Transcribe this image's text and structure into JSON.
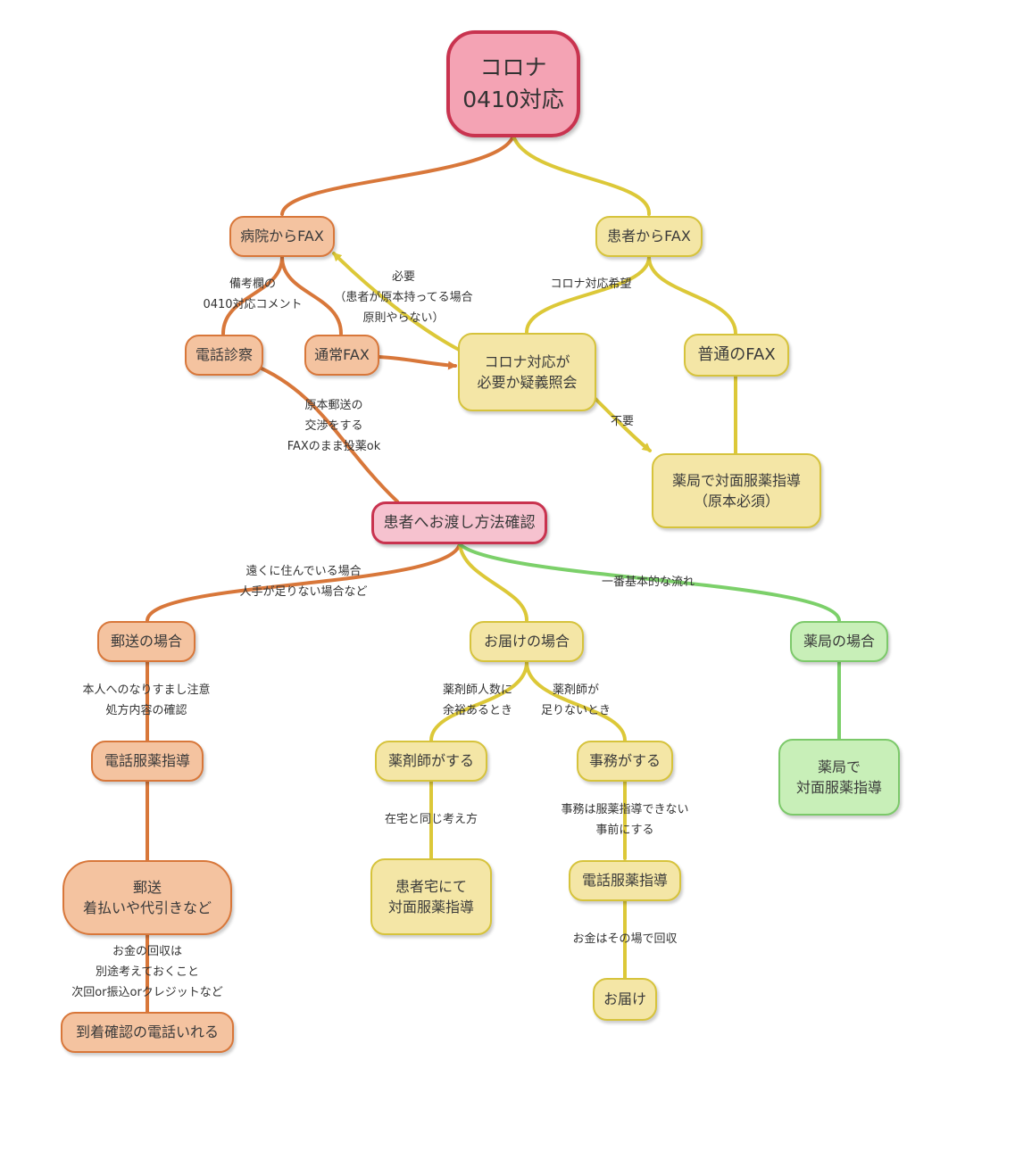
{
  "nodes": {
    "root": [
      "コロナ",
      "0410対応"
    ],
    "hospital_fax": "病院からFAX",
    "patient_fax": "患者からFAX",
    "phone_exam": "電話診察",
    "normal_fax_hospital": "通常FAX",
    "corona_inquiry": [
      "コロナ対応が",
      "必要か疑義照会"
    ],
    "normal_fax_patient": "普通のFAX",
    "pharmacy_counsel_original": [
      "薬局で対面服薬指導",
      "（原本必須）"
    ],
    "delivery_method": "患者へお渡し方法確認",
    "mail_case": "郵送の場合",
    "delivery_case": "お届けの場合",
    "pharmacy_case": "薬局の場合",
    "phone_counsel_mail": "電話服薬指導",
    "mail_payment": [
      "郵送",
      "着払いや代引きなど"
    ],
    "arrival_call": "到着確認の電話いれる",
    "pharmacist_does": "薬剤師がする",
    "clerk_does": "事務がする",
    "home_counsel": [
      "患者宅にて",
      "対面服薬指導"
    ],
    "phone_counsel_delivery": "電話服薬指導",
    "deliver": "お届け",
    "pharmacy_face_counsel": [
      "薬局で",
      "対面服薬指導"
    ]
  },
  "labels": {
    "remarks_comment": [
      "備考欄の",
      "0410対応コメント"
    ],
    "required": [
      "必要",
      "（患者が原本持ってる場合",
      "原則やらない）"
    ],
    "corona_wish": [
      "コロナ対応希望"
    ],
    "original_mail": [
      "原本郵送の",
      "交渉をする",
      "FAXのまま投薬ok"
    ],
    "not_needed": [
      "不要"
    ],
    "far_away": [
      "遠くに住んでいる場合",
      "人手が足りない場合など"
    ],
    "basic_flow": [
      "一番基本的な流れ"
    ],
    "impersonation": [
      "本人へのなりすまし注意",
      "処方内容の確認"
    ],
    "pharmacists_enough": [
      "薬剤師人数に",
      "余裕あるとき"
    ],
    "pharmacists_short": [
      "薬剤師が",
      "足りないとき"
    ],
    "same_as_home": [
      "在宅と同じ考え方"
    ],
    "clerk_cannot": [
      "事務は服薬指導できない",
      "事前にする"
    ],
    "money_recovery": [
      "お金の回収は",
      "別途考えておくこと",
      "次回or振込orクレジットなど"
    ],
    "money_onsite": [
      "お金はその場で回収"
    ]
  },
  "colors": {
    "orange": "#d8773a",
    "yellow": "#dcc838",
    "green": "#7cd06a",
    "red": "#c93a56"
  }
}
